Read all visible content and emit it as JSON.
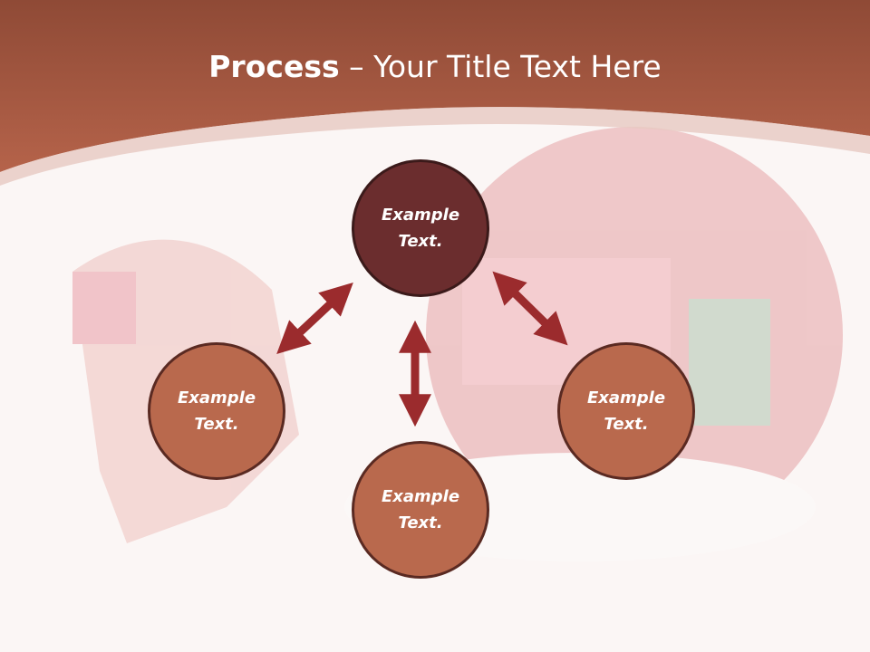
{
  "slide": {
    "title_bold": "Process",
    "title_rest": " – Your Title Text Here"
  },
  "nodes": [
    {
      "id": "top",
      "label": "Example\nText."
    },
    {
      "id": "left",
      "label": "Example\nText."
    },
    {
      "id": "bottom",
      "label": "Example\nText."
    },
    {
      "id": "right",
      "label": "Example\nText."
    }
  ],
  "colors": {
    "header": "#a5573d",
    "top_node": "#6b2d2e",
    "side_node": "#b9694d",
    "arrow": "#9b2b2d"
  }
}
